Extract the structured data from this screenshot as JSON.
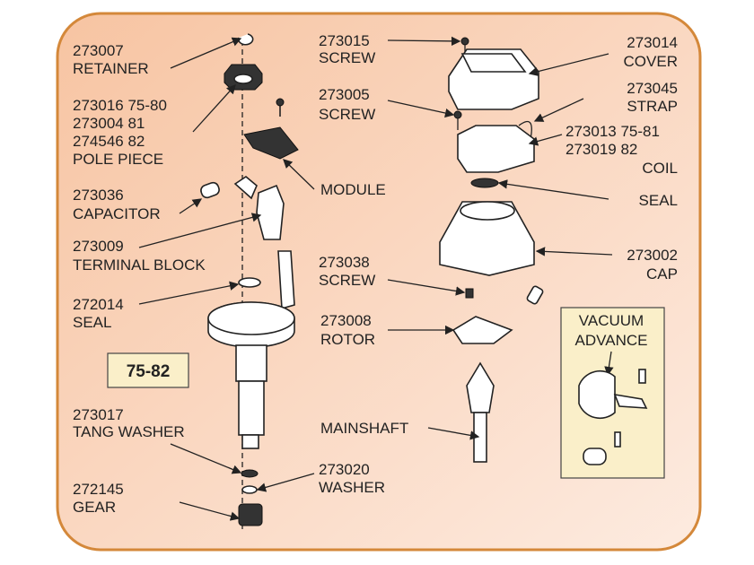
{
  "colors": {
    "border": "#d4883a",
    "bg_start": "#f7c4a2",
    "bg_end": "#fdebe0",
    "inset_bg": "#faefc9"
  },
  "labels": {
    "retainer": {
      "num": "273007",
      "name": "RETAINER"
    },
    "pole_piece": {
      "l1": "273016  75-80",
      "l2": "273004  81",
      "l3": "274546  82",
      "name": "POLE PIECE"
    },
    "capacitor": {
      "num": "273036",
      "name": "CAPACITOR"
    },
    "terminal_block": {
      "num": "273009",
      "name": "TERMINAL BLOCK"
    },
    "seal_left": {
      "num": "272014",
      "name": "SEAL"
    },
    "years": "75-82",
    "tang_washer": {
      "num": "273017",
      "name": "TANG WASHER"
    },
    "gear": {
      "num": "272145",
      "name": "GEAR"
    },
    "module": "MODULE",
    "screw_top": {
      "num": "273015",
      "name": "SCREW"
    },
    "screw_mid": {
      "num": "273005",
      "name": "SCREW"
    },
    "screw_cap": {
      "num": "273038",
      "name": "SCREW"
    },
    "rotor": {
      "num": "273008",
      "name": "ROTOR"
    },
    "mainshaft": "MAINSHAFT",
    "washer": {
      "num": "273020",
      "name": "WASHER"
    },
    "cover": {
      "num": "273014",
      "name": "COVER"
    },
    "strap": {
      "num": "273045",
      "name": "STRAP"
    },
    "coil": {
      "l1": "273013  75-81",
      "l2": "273019  82",
      "name": "COIL"
    },
    "seal_right": "SEAL",
    "cap": {
      "num": "273002",
      "name": "CAP"
    },
    "vacuum": {
      "l1": "VACUUM",
      "l2": "ADVANCE"
    }
  }
}
